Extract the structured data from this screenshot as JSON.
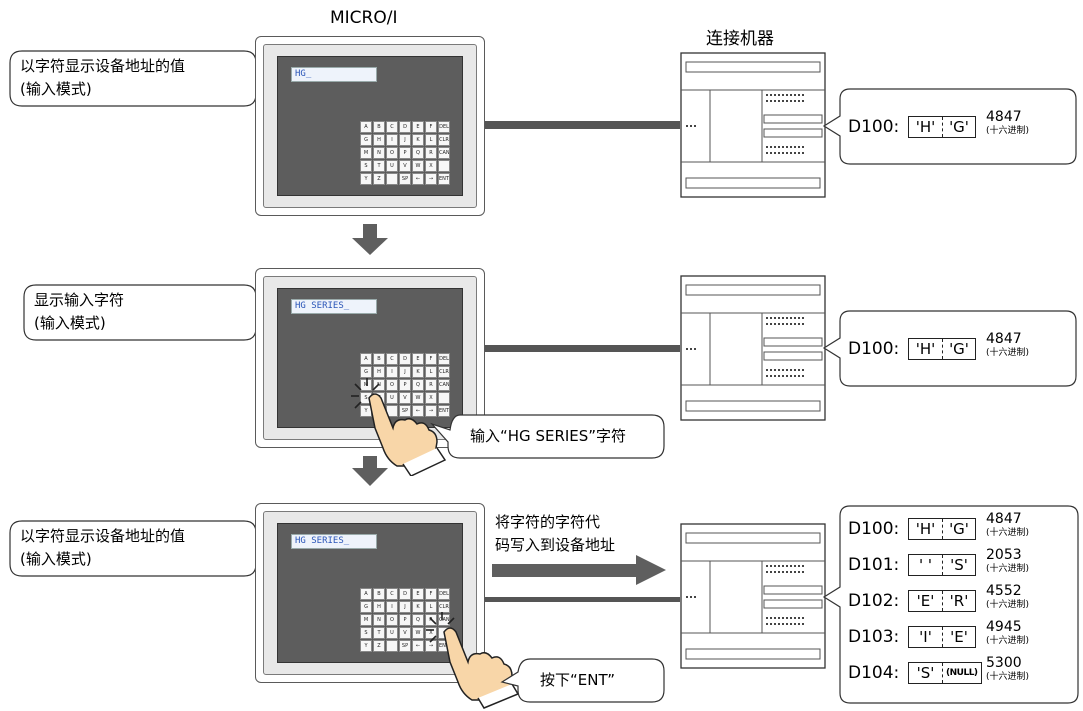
{
  "titles": {
    "micro": "MICRO/I",
    "device": "连接机器"
  },
  "callouts": {
    "c1": {
      "line1": "以字符显示设备地址的值",
      "line2": "(输入模式)"
    },
    "c2": {
      "line1": "显示输入字符",
      "line2": "(输入模式)"
    },
    "c3": {
      "line1": "以字符显示设备地址的值",
      "line2": "(输入模式)"
    },
    "input_action": "输入“HG SERIES”字符",
    "press_action": "按下“ENT”"
  },
  "screens": [
    {
      "field": "HG_"
    },
    {
      "field": "HG SERIES_"
    },
    {
      "field": "HG SERIES_"
    }
  ],
  "keyboard": [
    "A",
    "B",
    "C",
    "D",
    "E",
    "F",
    "DEL",
    "G",
    "H",
    "I",
    "J",
    "K",
    "L",
    "CLR",
    "M",
    "N",
    "O",
    "P",
    "Q",
    "R",
    "CAN",
    "S",
    "T",
    "U",
    "V",
    "W",
    "X",
    "",
    "Y",
    "Z",
    "",
    "SP",
    "←",
    "→",
    "ENT"
  ],
  "write_note": {
    "line1": "将字符的字符代",
    "line2": "码写入到设备地址"
  },
  "registers_top": [
    {
      "addr": "D100",
      "c1": "'H'",
      "c2": "'G'",
      "hex": "4847",
      "hexlbl": "(十六进制)"
    }
  ],
  "registers_mid": [
    {
      "addr": "D100",
      "c1": "'H'",
      "c2": "'G'",
      "hex": "4847",
      "hexlbl": "(十六进制)"
    }
  ],
  "registers_bottom": [
    {
      "addr": "D100",
      "c1": "'H'",
      "c2": "'G'",
      "hex": "4847",
      "hexlbl": "(十六进制)"
    },
    {
      "addr": "D101",
      "c1": "' '",
      "c2": "'S'",
      "hex": "2053",
      "hexlbl": "(十六进制)"
    },
    {
      "addr": "D102",
      "c1": "'E'",
      "c2": "'R'",
      "hex": "4552",
      "hexlbl": "(十六进制)"
    },
    {
      "addr": "D103",
      "c1": "'I'",
      "c2": "'E'",
      "hex": "4945",
      "hexlbl": "(十六进制)"
    },
    {
      "addr": "D104",
      "c1": "'S'",
      "c2": "(NULL)",
      "hex": "5300",
      "hexlbl": "(十六进制)"
    }
  ],
  "colors": {
    "connector": "#555555",
    "arrow": "#5f5f5f",
    "screen": "#5d5d5d",
    "field_text": "#2b56b8"
  }
}
